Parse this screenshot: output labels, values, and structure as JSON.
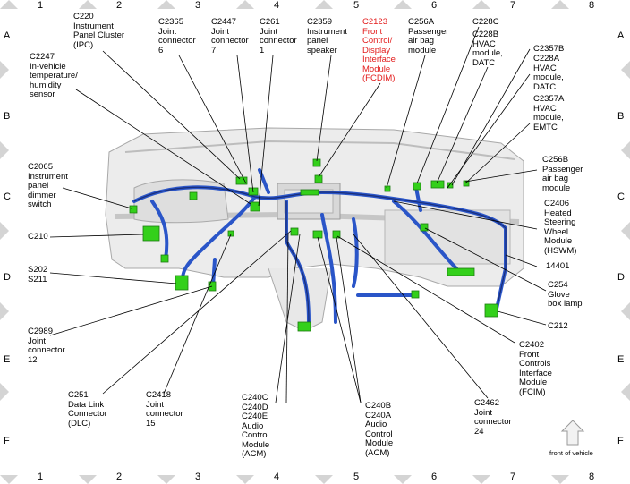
{
  "grid": {
    "columns": [
      "1",
      "2",
      "3",
      "4",
      "5",
      "6",
      "7",
      "8"
    ],
    "rows": [
      "A",
      "B",
      "C",
      "D",
      "E",
      "F"
    ]
  },
  "labels": {
    "c220": "C220\nInstrument\nPanel Cluster\n(IPC)",
    "c2365": "C2365\nJoint\nconnector\n6",
    "c2447": "C2447\nJoint\nconnector\n7",
    "c261": "C261\nJoint\nconnector\n1",
    "c2359": "C2359\nInstrument\npanel\nspeaker",
    "c2123": "C2123\nFront\nControl/\nDisplay\nInterface\nModule\n(FCDIM)",
    "c256a": "C256A\nPassenger\nair bag\nmodule",
    "c228c": "C228C",
    "c228b": "C228B\nHVAC\nmodule,\nDATC",
    "c2357b": "C2357B",
    "c228a": "C228A\nHVAC\nmodule,\nDATC",
    "c2357a": "C2357A\nHVAC\nmodule,\nEMTC",
    "c2247": "C2247\nIn-vehicle\ntemperature/\nhumidity\nsensor",
    "c2065": "C2065\nInstrument\npanel\ndimmer\nswitch",
    "c256b": "C256B\nPassenger\nair bag\nmodule",
    "c2406": "C2406\nHeated\nSteering\nWheel\nModule\n(HSWM)",
    "c210": "C210",
    "s202": "S202\nS211",
    "n14401": "14401",
    "c254": "C254\nGlove\nbox lamp",
    "c212": "C212",
    "c2989": "C2989\nJoint\nconnector\n12",
    "c2402": "C2402\nFront\nControls\nInterface\nModule\n(FCIM)",
    "c251": "C251\nData Link\nConnector\n(DLC)",
    "c2418": "C2418\nJoint\nconnector\n15",
    "c240c": "C240C\nC240D\nC240E\nAudio\nControl\nModule\n(ACM)",
    "c240b": "C240B\nC240A\nAudio\nControl\nModule\n(ACM)",
    "c2462": "C2462\nJoint\nconnector\n24",
    "front_of_vehicle": "front of vehicle"
  },
  "colors": {
    "harness": "#2a55c8",
    "harness_dark": "#1a2f7a",
    "connector": "#33d01a",
    "connector_edge": "#1c7a10",
    "dash": "#c8c8c8",
    "dash_dark": "#8a8a8a",
    "highlight_label": "#e31b1b",
    "grid_marker": "#d4d4d4"
  }
}
